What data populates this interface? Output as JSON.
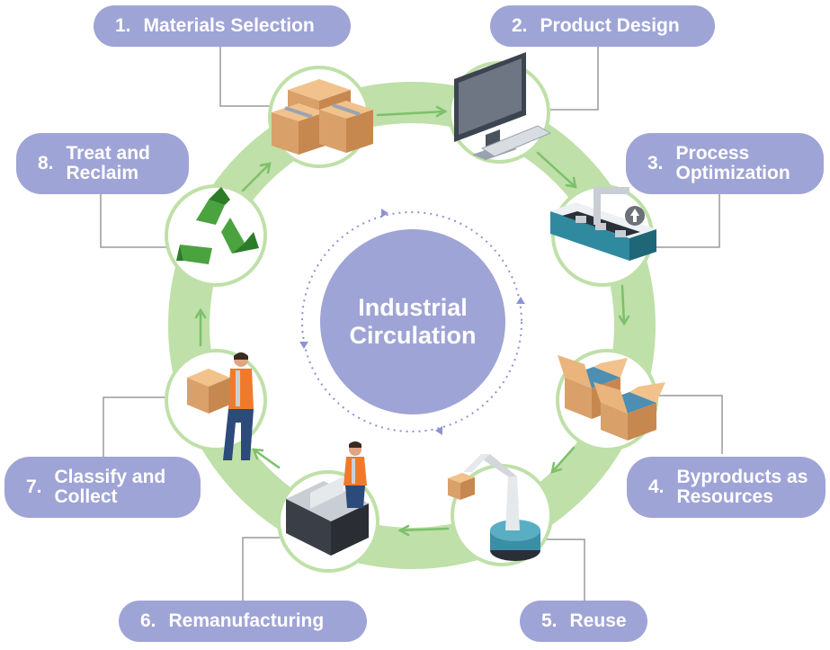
{
  "center": {
    "title": "Industrial Circulation"
  },
  "stages": [
    {
      "number": "1.",
      "label": "Materials Selection",
      "icon": "cardboard-boxes-icon"
    },
    {
      "number": "2.",
      "label": "Product Design",
      "icon": "computer-monitor-icon"
    },
    {
      "number": "3.",
      "label": "Process Optimization",
      "icon": "conveyor-belt-icon"
    },
    {
      "number": "4.",
      "label": "Byproducts as Resources",
      "icon": "open-boxes-icon"
    },
    {
      "number": "5.",
      "label": "Reuse",
      "icon": "robotic-arm-icon"
    },
    {
      "number": "6.",
      "label": "Remanufacturing",
      "icon": "worker-at-machine-icon"
    },
    {
      "number": "7.",
      "label": "Classify and Collect",
      "icon": "worker-carrying-box-icon"
    },
    {
      "number": "8.",
      "label": "Treat and Reclaim",
      "icon": "recycle-icon"
    }
  ],
  "colors": {
    "ring": "#bfe0a8",
    "ring_border": "#a9d58f",
    "arrow": "#7cc06a",
    "pill": "#9fa4d6",
    "center": "#9fa4d6",
    "connector": "#9a9a9a",
    "dotted_orbit": "#8d93cf"
  }
}
